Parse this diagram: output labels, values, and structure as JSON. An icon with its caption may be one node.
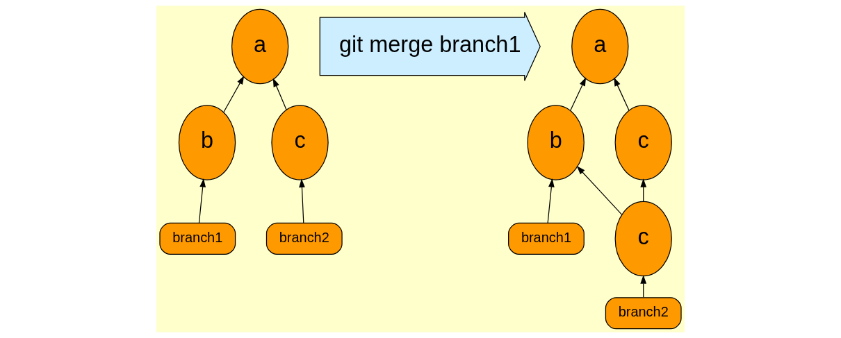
{
  "diagram": {
    "nodes": [
      {
        "text": [
          "a"
        ]
      },
      {
        "text": [
          "b"
        ]
      },
      {
        "text": [
          "c"
        ]
      },
      {
        "text": [
          "branch1"
        ]
      },
      {
        "text": [
          "branch2"
        ]
      },
      {
        "text": [
          "git merge branch1"
        ]
      },
      {
        "text": [
          "a"
        ]
      },
      {
        "text": [
          "b"
        ]
      },
      {
        "text": [
          "c"
        ]
      },
      {
        "text": [
          "branch1"
        ]
      },
      {
        "text": [
          "c"
        ]
      },
      {
        "text": [
          "branch2"
        ]
      }
    ],
    "edges": [
      {
        "from": 1,
        "to": 0,
        "arrow": "to"
      },
      {
        "from": 2,
        "to": 0,
        "arrow": "to"
      },
      {
        "from": 3,
        "to": 1,
        "arrow": "to"
      },
      {
        "from": 4,
        "to": 2,
        "arrow": "to"
      },
      {
        "from": 7,
        "to": 6,
        "arrow": "to"
      },
      {
        "from": 8,
        "to": 6,
        "arrow": "to"
      },
      {
        "from": 9,
        "to": 7,
        "arrow": "to"
      },
      {
        "from": 10,
        "to": 7,
        "arrow": "to"
      },
      {
        "from": 10,
        "to": 8,
        "arrow": "to"
      },
      {
        "from": 11,
        "to": 10,
        "arrow": "to"
      }
    ]
  }
}
